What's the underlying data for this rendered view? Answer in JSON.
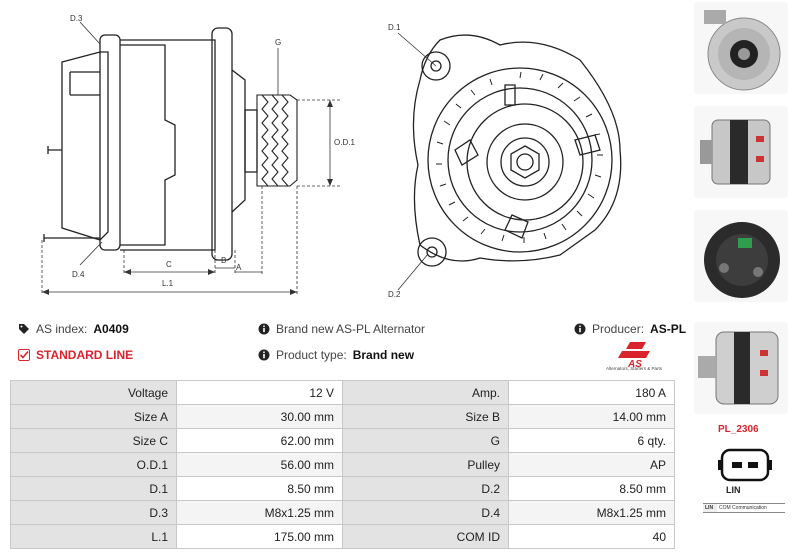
{
  "drawing_labels": {
    "d3": "D.3",
    "d4": "D.4",
    "g": "G",
    "od1": "O.D.1",
    "c": "C",
    "b": "B",
    "a": "A",
    "l1": "L.1",
    "d1": "D.1",
    "d2": "D.2"
  },
  "info": {
    "as_index_label": "AS index:",
    "as_index_value": "A0409",
    "line": "STANDARD LINE",
    "brand_new_text": "Brand new AS-PL Alternator",
    "product_type_label": "Product type:",
    "product_type_value": "Brand new",
    "producer_label": "Producer:",
    "producer_value": "AS-PL"
  },
  "logo": {
    "mark": "AS",
    "tagline": "Alternators, Starters & Parts"
  },
  "specs": [
    [
      "Voltage",
      "12 V",
      "Amp.",
      "180 A"
    ],
    [
      "Size A",
      "30.00 mm",
      "Size B",
      "14.00 mm"
    ],
    [
      "Size C",
      "62.00 mm",
      "G",
      "6 qty."
    ],
    [
      "O.D.1",
      "56.00 mm",
      "Pulley",
      "AP"
    ],
    [
      "D.1",
      "8.50 mm",
      "D.2",
      "8.50 mm"
    ],
    [
      "D.3",
      "M8x1.25 mm",
      "D.4",
      "M8x1.25 mm"
    ],
    [
      "L.1",
      "175.00 mm",
      "COM ID",
      "40"
    ]
  ],
  "side": {
    "part_code": "PL_2306",
    "connector_label": "LIN",
    "connector_row_code": "LIN",
    "connector_row_desc": "COM Communication"
  },
  "colors": {
    "accent_red": "#d9232d",
    "key_cell_bg": "#e3e3e3",
    "border": "#c8c8c8"
  },
  "icons": [
    "tag-icon",
    "info-icon",
    "checkbox-icon",
    "as-pl-logo"
  ]
}
